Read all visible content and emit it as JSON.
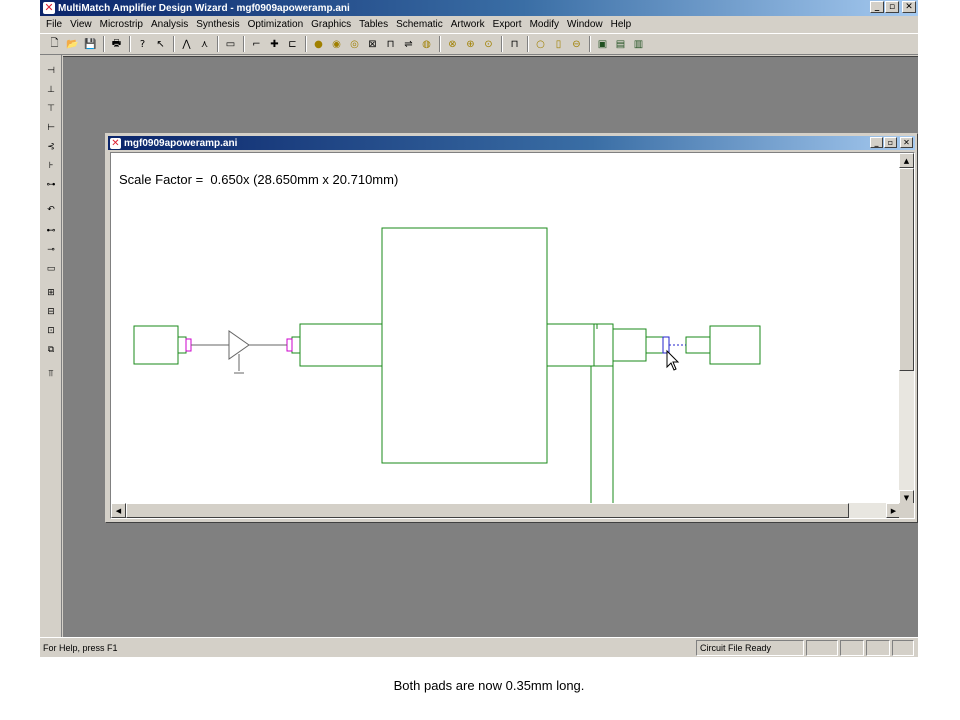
{
  "app": {
    "title": "MultiMatch Amplifier Design Wizard - mgf0909apoweramp.ani",
    "window_buttons": {
      "minimize": "_",
      "restore": "▫",
      "close": "✕"
    }
  },
  "menu": [
    "File",
    "View",
    "Microstrip",
    "Analysis",
    "Synthesis",
    "Optimization",
    "Graphics",
    "Tables",
    "Schematic",
    "Artwork",
    "Export",
    "Modify",
    "Window",
    "Help"
  ],
  "child": {
    "title": "mgf0909apoweramp.ani",
    "scale_label": "Scale Factor =",
    "scale_value": "0.650x (28.650mm x 20.710mm)"
  },
  "status": {
    "help": "For Help, press F1",
    "state": "Circuit File Ready"
  },
  "caption": "Both pads are now 0.35mm long.",
  "colors": {
    "trace": "#1a8a1a",
    "pad": "#cc00cc",
    "highlight": "#2222cc",
    "ground": "#666666"
  }
}
